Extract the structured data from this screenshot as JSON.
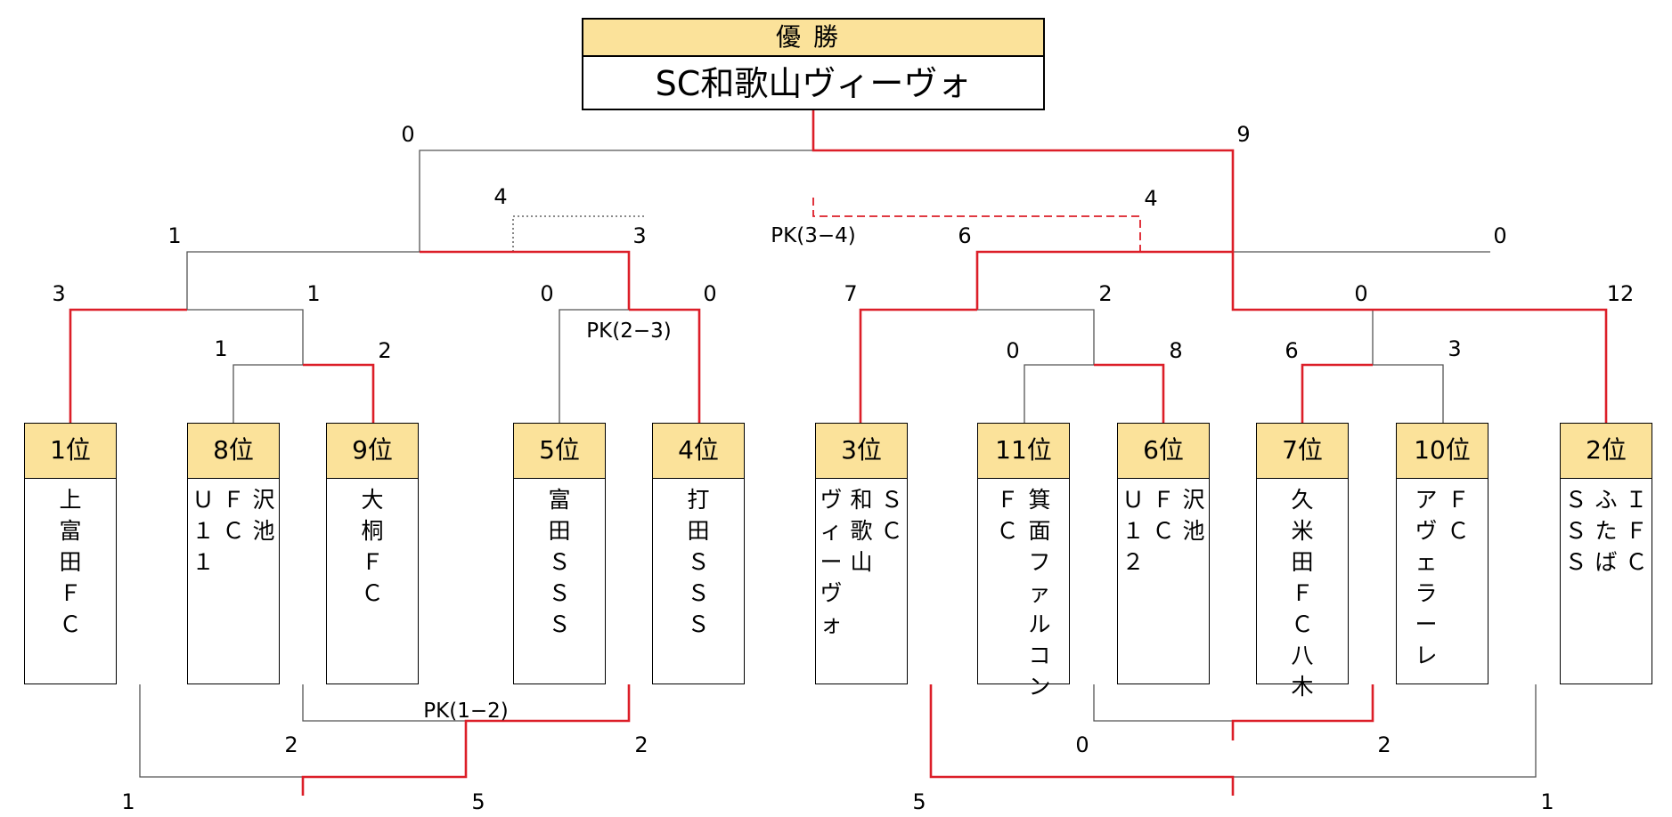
{
  "champion": {
    "header": "優勝",
    "name": "SC和歌山ヴィーヴォ"
  },
  "teams": [
    {
      "rank": "1位",
      "columns": [
        "上富田ＦＣ"
      ]
    },
    {
      "rank": "8位",
      "columns": [
        "沢池",
        "ＦＣ",
        "Ｕ１１"
      ]
    },
    {
      "rank": "9位",
      "columns": [
        "大桐ＦＣ"
      ]
    },
    {
      "rank": "5位",
      "columns": [
        "富田ＳＳＳ"
      ]
    },
    {
      "rank": "4位",
      "columns": [
        "打田ＳＳＳ"
      ]
    },
    {
      "rank": "3位",
      "columns": [
        "ＳＣ",
        "和歌山",
        "ヴィーヴォ"
      ]
    },
    {
      "rank": "11位",
      "columns": [
        "箕面ファルコン",
        "ＦＣ"
      ]
    },
    {
      "rank": "6位",
      "columns": [
        "沢池",
        "ＦＣ",
        "Ｕ１２"
      ]
    },
    {
      "rank": "7位",
      "columns": [
        "久米田ＦＣ八木"
      ]
    },
    {
      "rank": "10位",
      "columns": [
        "ＦＣ",
        "アヴェラーレ"
      ]
    },
    {
      "rank": "2位",
      "columns": [
        "ＩＦＣ",
        "ふたば",
        "ＳＳＳ"
      ]
    }
  ],
  "scores": {
    "final_left": "0",
    "final_right": "9",
    "third_left": "4",
    "third_right": "4",
    "third_pk": "PK(3−4)",
    "sf_left_a": "1",
    "sf_left_b": "3",
    "sf_right_a": "6",
    "sf_right_b": "0",
    "qf1_a": "3",
    "qf1_b": "1",
    "qf2_a": "0",
    "qf2_b": "0",
    "qf2_pk": "PK(2−3)",
    "qf3_a": "7",
    "qf3_b": "2",
    "qf4_a": "0",
    "qf4_b": "12",
    "r1a_a": "1",
    "r1a_b": "2",
    "r1b_a": "0",
    "r1b_b": "8",
    "r1c_a": "6",
    "r1c_b": "3",
    "cl_inner_a": "2",
    "cl_inner_b": "2",
    "cl_inner_pk": "PK(1−2)",
    "cl_outer_a": "1",
    "cl_outer_b": "5",
    "cr_inner_a": "0",
    "cr_inner_b": "2",
    "cr_outer_a": "5",
    "cr_outer_b": "1"
  },
  "colors": {
    "winner_line": "#dc1e28",
    "loser_line": "#555555",
    "header_fill": "#fbe29a"
  }
}
